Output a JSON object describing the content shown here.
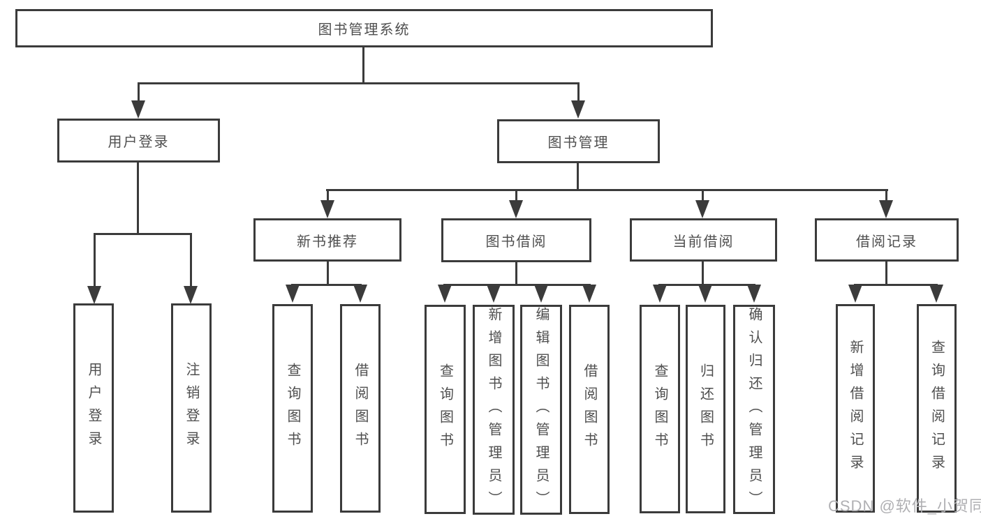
{
  "tree": {
    "label": "图书管理系统",
    "children": [
      {
        "label": "用户登录",
        "children": [
          {
            "label": "用户登录"
          },
          {
            "label": "注销登录"
          }
        ]
      },
      {
        "label": "图书管理",
        "children": [
          {
            "label": "新书推荐",
            "children": [
              {
                "label": "查询图书"
              },
              {
                "label": "借阅图书"
              }
            ]
          },
          {
            "label": "图书借阅",
            "children": [
              {
                "label": "查询图书"
              },
              {
                "label": "新增图书（管理员）"
              },
              {
                "label": "编辑图书（管理员）"
              },
              {
                "label": "借阅图书"
              }
            ]
          },
          {
            "label": "当前借阅",
            "children": [
              {
                "label": "查询图书"
              },
              {
                "label": "归还图书"
              },
              {
                "label": "确认归还（管理员）"
              }
            ]
          },
          {
            "label": "借阅记录",
            "children": [
              {
                "label": "新增借阅记录"
              },
              {
                "label": "查询借阅记录"
              }
            ]
          }
        ]
      }
    ]
  },
  "watermark": "CSDN @软件_小贺同学",
  "colors": {
    "line": "#3b3b3b",
    "text": "#4f4f4f",
    "watermark": "#b0b0b3",
    "background": "#ffffff"
  }
}
